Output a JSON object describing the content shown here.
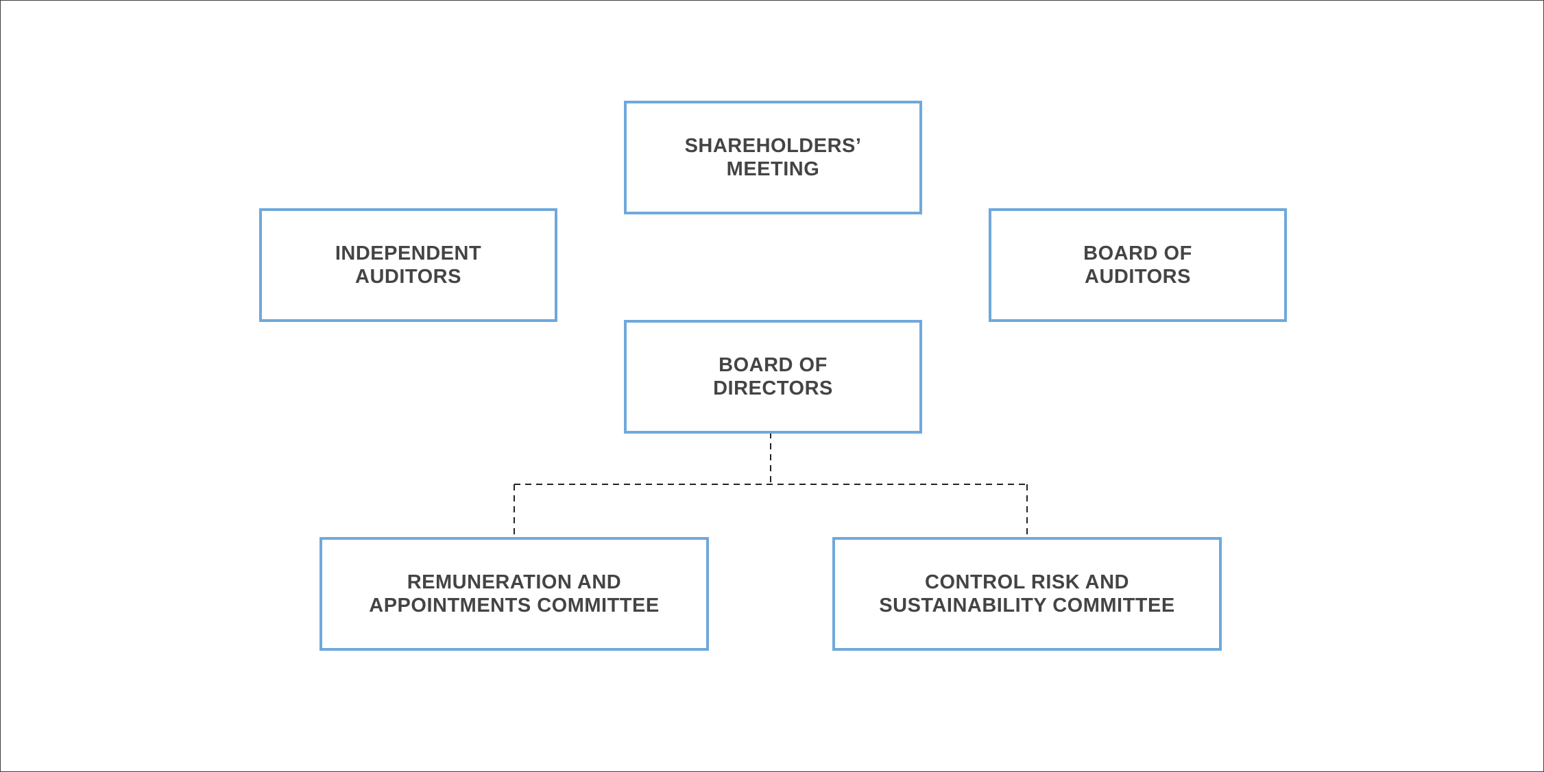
{
  "colors": {
    "box_border": "#6fa8dc",
    "text": "#444444",
    "connector": "#222222",
    "background": "#ffffff"
  },
  "boxes": {
    "shareholders_meeting": "SHAREHOLDERS’\nMEETING",
    "independent_auditors": "INDEPENDENT\nAUDITORS",
    "board_of_auditors": "BOARD OF\nAUDITORS",
    "board_of_directors": "BOARD OF\nDIRECTORS",
    "remuneration_committee": "REMUNERATION AND\nAPPOINTMENTS COMMITTEE",
    "control_risk_committee": "CONTROL RISK AND\nSUSTAINABILITY COMMITTEE"
  },
  "connectors": {
    "style": "dashed",
    "from": "board_of_directors",
    "to": [
      "remuneration_committee",
      "control_risk_committee"
    ]
  }
}
